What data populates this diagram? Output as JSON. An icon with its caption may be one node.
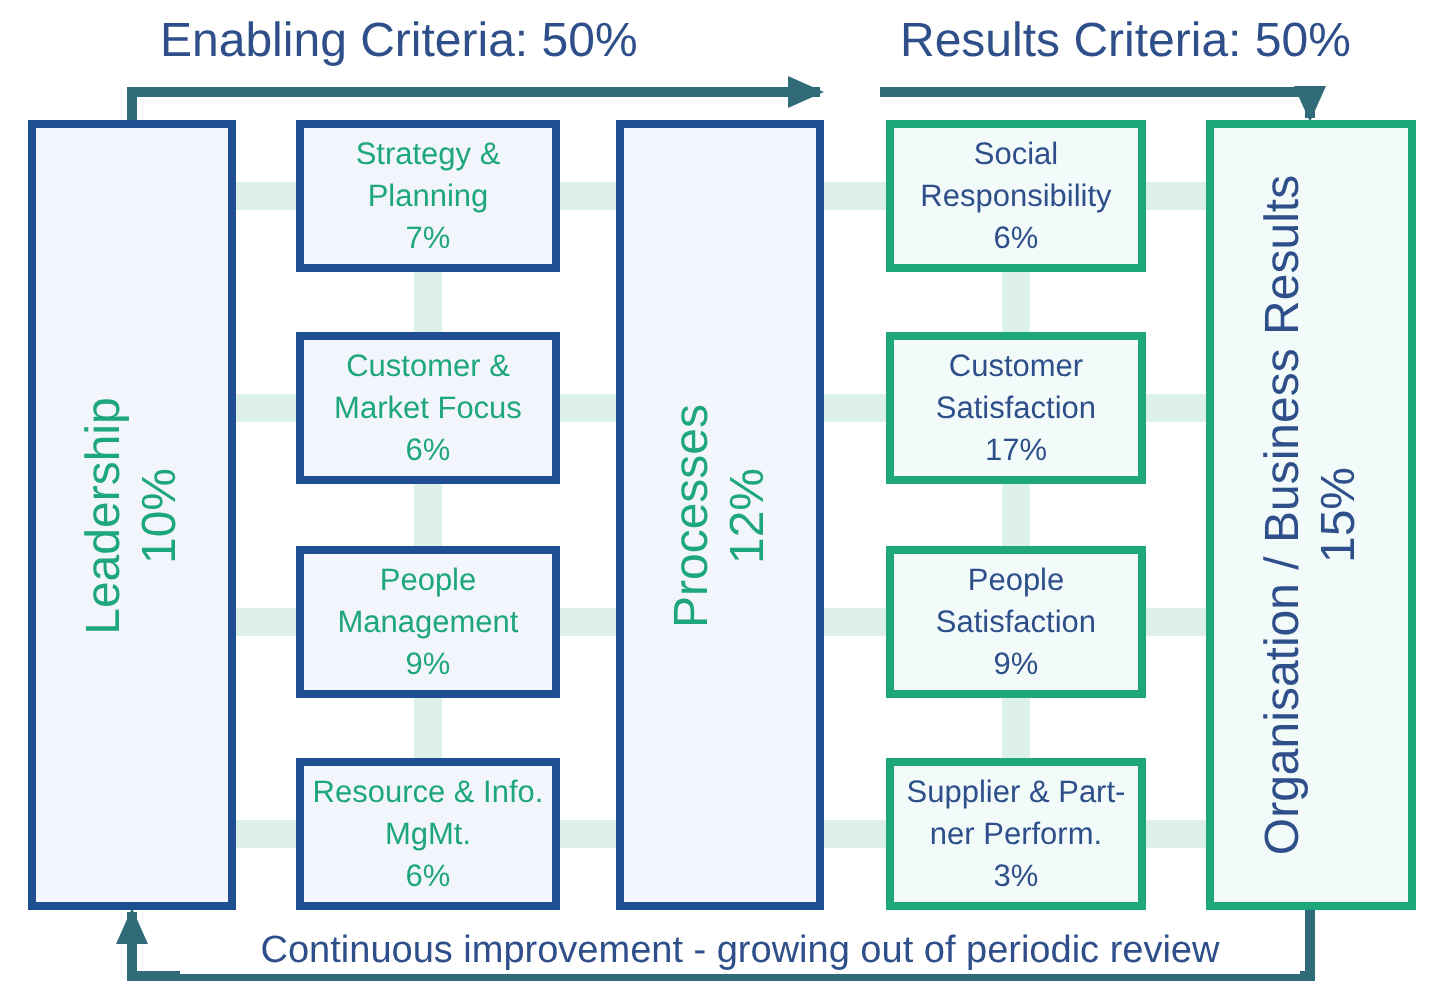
{
  "diagram": {
    "nodes": [
      {
        "text": [
          "Leadership",
          "10%"
        ]
      },
      {
        "text": [
          "Strategy & Planning",
          "7%"
        ]
      },
      {
        "text": [
          "Customer & Market Focus",
          "6%"
        ]
      },
      {
        "text": [
          "People Management",
          "9%"
        ]
      },
      {
        "text": [
          "Resource & Info. MgMt.",
          "6%"
        ]
      },
      {
        "text": [
          "Processes",
          "12%"
        ]
      },
      {
        "text": [
          "Social Responsibility",
          "6%"
        ]
      },
      {
        "text": [
          "Customer Satisfaction",
          "17%"
        ]
      },
      {
        "text": [
          "People Satisfaction",
          "9%"
        ]
      },
      {
        "text": [
          "Supplier & Part-ner Perform.",
          "3%"
        ]
      },
      {
        "text": [
          "Organisation / Business Results",
          "15%"
        ]
      }
    ],
    "edges": [
      {
        "from": 0,
        "to": 5,
        "arrow": "to",
        "color": "#2f6b78"
      },
      {
        "from": null,
        "to": 10,
        "arrow": "to",
        "color": "#2f6b78"
      },
      {
        "from": 10,
        "to": 0,
        "arrow": "to",
        "color": "#2f6b78",
        "label": "Continuous improvement - growing out of periodic review"
      },
      {
        "from": 0,
        "to": 1,
        "arrow": "none"
      },
      {
        "from": 0,
        "to": 2,
        "arrow": "none"
      },
      {
        "from": 0,
        "to": 3,
        "arrow": "none"
      },
      {
        "from": 0,
        "to": 4,
        "arrow": "none"
      },
      {
        "from": 1,
        "to": 5,
        "arrow": "none"
      },
      {
        "from": 2,
        "to": 5,
        "arrow": "none"
      },
      {
        "from": 3,
        "to": 5,
        "arrow": "none"
      },
      {
        "from": 4,
        "to": 5,
        "arrow": "none"
      },
      {
        "from": 1,
        "to": 2,
        "arrow": "none"
      },
      {
        "from": 2,
        "to": 3,
        "arrow": "none"
      },
      {
        "from": 3,
        "to": 4,
        "arrow": "none"
      },
      {
        "from": 5,
        "to": 6,
        "arrow": "none"
      },
      {
        "from": 5,
        "to": 7,
        "arrow": "none"
      },
      {
        "from": 5,
        "to": 8,
        "arrow": "none"
      },
      {
        "from": 5,
        "to": 9,
        "arrow": "none"
      },
      {
        "from": 6,
        "to": 10,
        "arrow": "none"
      },
      {
        "from": 7,
        "to": 10,
        "arrow": "none"
      },
      {
        "from": 8,
        "to": 10,
        "arrow": "none"
      },
      {
        "from": 9,
        "to": 10,
        "arrow": "none"
      },
      {
        "from": 6,
        "to": 7,
        "arrow": "none"
      },
      {
        "from": 7,
        "to": 8,
        "arrow": "none"
      },
      {
        "from": 8,
        "to": 9,
        "arrow": "none"
      }
    ],
    "labels": [
      "Enabling Criteria: 50%",
      "Results Criteria: 50%"
    ]
  }
}
